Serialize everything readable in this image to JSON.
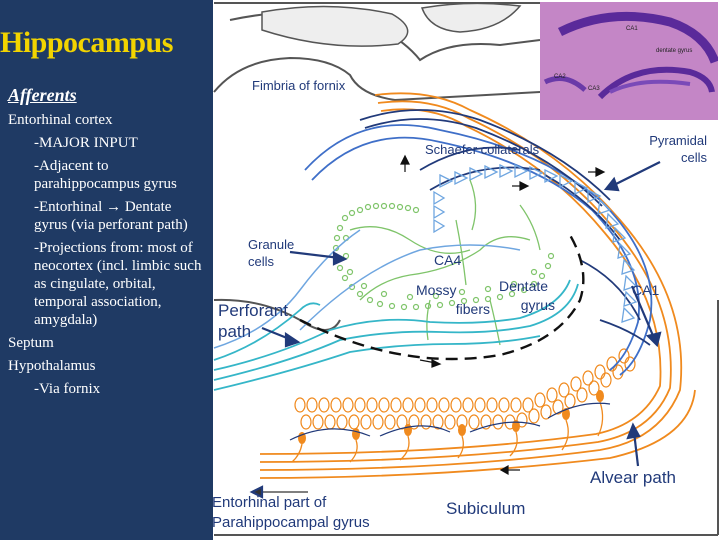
{
  "title": "Hippocampus",
  "outline": {
    "heading": "Afferents",
    "items": [
      {
        "level": 1,
        "text": "Entorhinal cortex"
      },
      {
        "level": 2,
        "text": "-MAJOR INPUT"
      },
      {
        "level": 2,
        "text": "-Adjacent to parahippocampus gyrus"
      },
      {
        "level": 2,
        "text": "-Entorhinal → Dentate gyrus (via perforant path)"
      },
      {
        "level": 2,
        "text": "-Projections from: most of neocortex (incl. limbic such as cingulate, orbital, temporal association, amygdala)"
      },
      {
        "level": 1,
        "text": "Septum"
      },
      {
        "level": 1,
        "text": "Hypothalamus"
      },
      {
        "level": 2,
        "text": "-Via fornix"
      }
    ]
  },
  "labels": {
    "fimbria": "Fimbria of fornix",
    "schaefer": "Schaefer collaterals",
    "pyramidal": [
      "Pyramidal",
      "cells"
    ],
    "granule": [
      "Granule",
      "cells"
    ],
    "ca4": "CA4",
    "ca1": "CA1",
    "mossy": [
      "Mossy",
      "fibers"
    ],
    "dentate": [
      "Dentate",
      "gyrus"
    ],
    "perforant": [
      "Perforant",
      "path"
    ],
    "alvear": "Alvear path",
    "entorhinal": [
      "Entorhinal part of",
      "Parahippocampal gyrus"
    ],
    "subiculum": "Subiculum"
  },
  "inset": {
    "labels": [
      "CA1",
      "dentate gyrus",
      "CA2",
      "CA3"
    ]
  },
  "colors": {
    "panel": "#1f3a64",
    "title": "#f2d400",
    "orange": "#f08a1e",
    "navy": "#213a7a",
    "blue": "#3f6fc8",
    "lightblue": "#6fa6e0",
    "teal": "#35b6c8",
    "green": "#7fc46a",
    "inset": "#c486c6"
  }
}
